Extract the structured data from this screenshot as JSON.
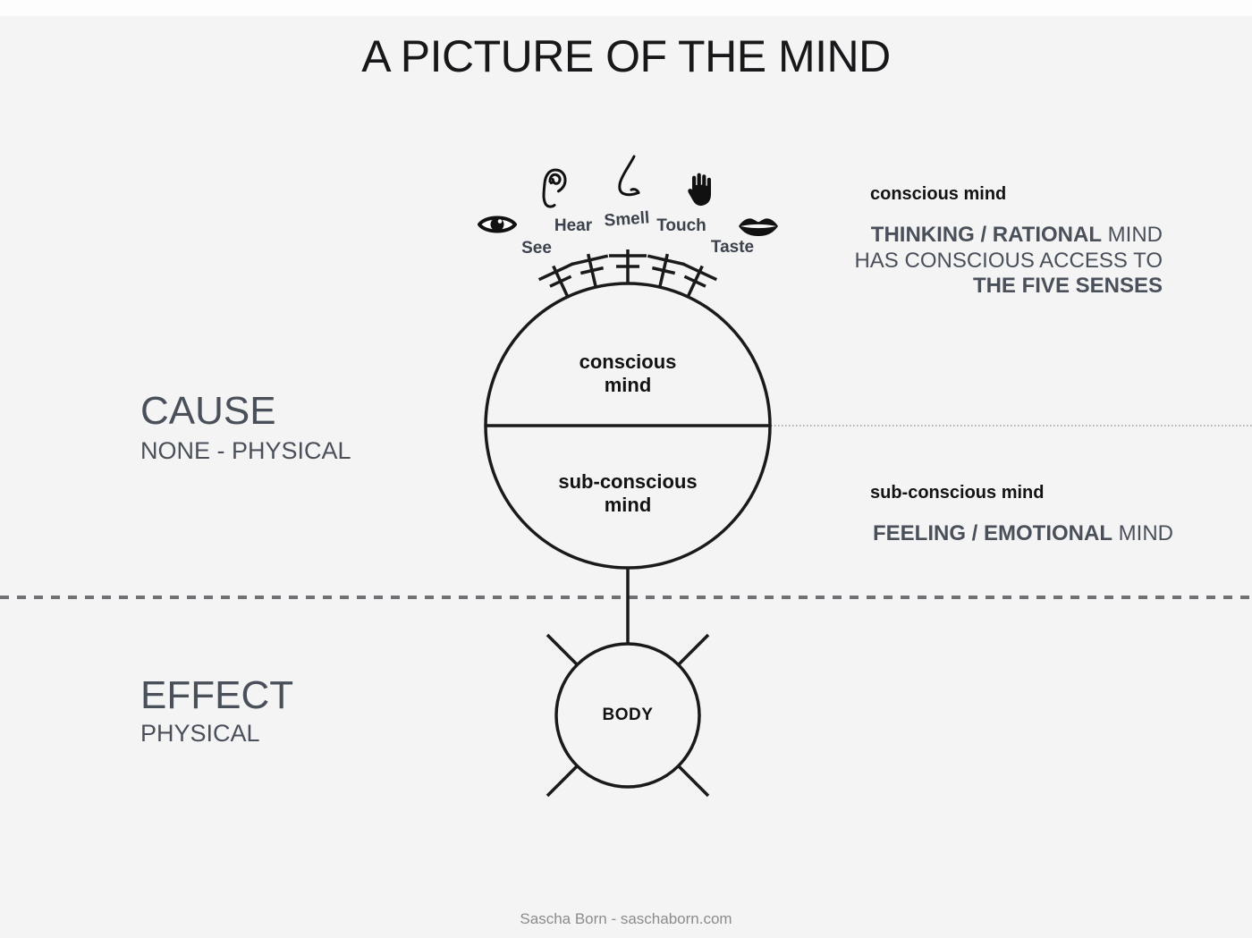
{
  "title": "A PICTURE OF THE MIND",
  "senses": {
    "see": "See",
    "hear": "Hear",
    "smell": "Smell",
    "touch": "Touch",
    "taste": "Taste"
  },
  "mind_circle": {
    "top_line1": "conscious",
    "top_line2": "mind",
    "bottom_line1": "sub-conscious",
    "bottom_line2": "mind"
  },
  "right_conscious": {
    "heading": "conscious mind",
    "line1_bold": "THINKING / RATIONAL",
    "line1_regular": " MIND",
    "line2": "HAS CONSCIOUS ACCESS TO",
    "line3_bold": "THE FIVE SENSES"
  },
  "right_subconscious": {
    "heading": "sub-conscious mind",
    "line1_bold": "FEELING / EMOTIONAL",
    "line1_regular": " MIND"
  },
  "left_cause": {
    "heading": "CAUSE",
    "subheading": "NONE - PHYSICAL"
  },
  "left_effect": {
    "heading": "EFFECT",
    "subheading": "PHYSICAL"
  },
  "body_circle": {
    "label": "BODY"
  },
  "footer": "Sascha Born - saschaborn.com",
  "colors": {
    "background": "#f4f4f5",
    "ink": "#1a1a1a",
    "slate": "#4a505a",
    "muted": "#8c8c8c"
  }
}
